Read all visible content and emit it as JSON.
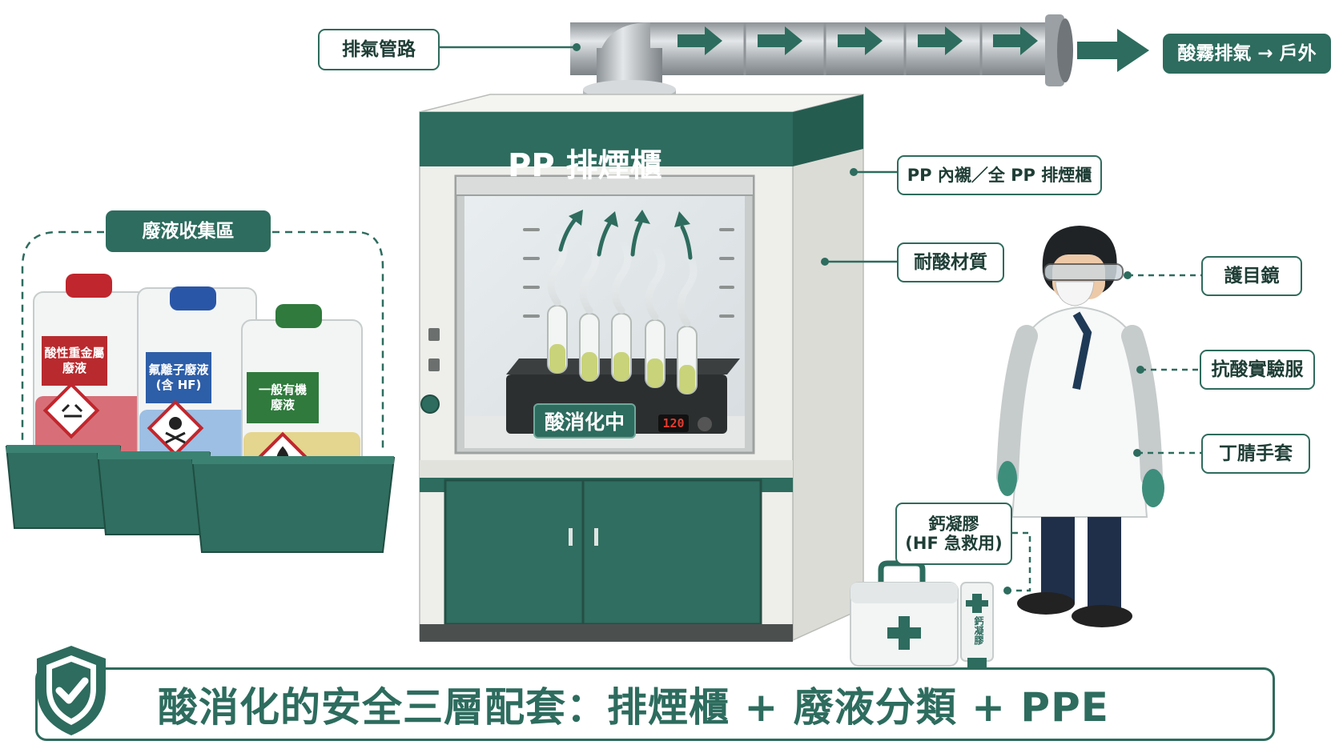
{
  "exhaust": {
    "pipe_label": "排氣管路",
    "outlet_label": "酸霧排氣 → 戶外"
  },
  "fume_hood": {
    "title": "PP 排煙櫃",
    "lining_label": "PP 內襯／全 PP 排煙櫃",
    "material_label": "耐酸材質",
    "block_label": "酸消化中",
    "temp_display": "120"
  },
  "waste_area": {
    "title": "廢液收集區",
    "containers": [
      {
        "label_line1": "酸性重金屬",
        "label_line2": "廢液",
        "cap_color": "#c0262d",
        "label_color": "#b82a2e",
        "liquid_color": "#d86f78",
        "hazard_icon": "corrosive-icon"
      },
      {
        "label_line1": "氟離子廢液",
        "label_line2": "(含 HF)",
        "cap_color": "#2a56a8",
        "label_color": "#2d5ea8",
        "liquid_color": "#9cbfe3",
        "hazard_icon": "skull-crossbones-icon"
      },
      {
        "label_line1": "一般有機",
        "label_line2": "廢液",
        "cap_color": "#2f7a3c",
        "label_color": "#2f7a3c",
        "liquid_color": "#e4d58f",
        "hazard_icon": "flame-icon"
      }
    ]
  },
  "ppe": {
    "goggles_label": "護目鏡",
    "coat_label": "抗酸實驗服",
    "gloves_label": "丁腈手套"
  },
  "first_aid": {
    "gel_label_line1": "鈣凝膠",
    "gel_label_line2": "(HF 急救用)",
    "tube_text": "鈣凝膠"
  },
  "banner": {
    "text": "酸消化的安全三層配套：排煙櫃 + 廢液分類 + PPE",
    "icon": "shield-check-icon"
  },
  "colors": {
    "brand_green": "#2d6c5e",
    "cabinet_white": "#eeeeea",
    "pipe_gray": "#b7bcc0"
  }
}
